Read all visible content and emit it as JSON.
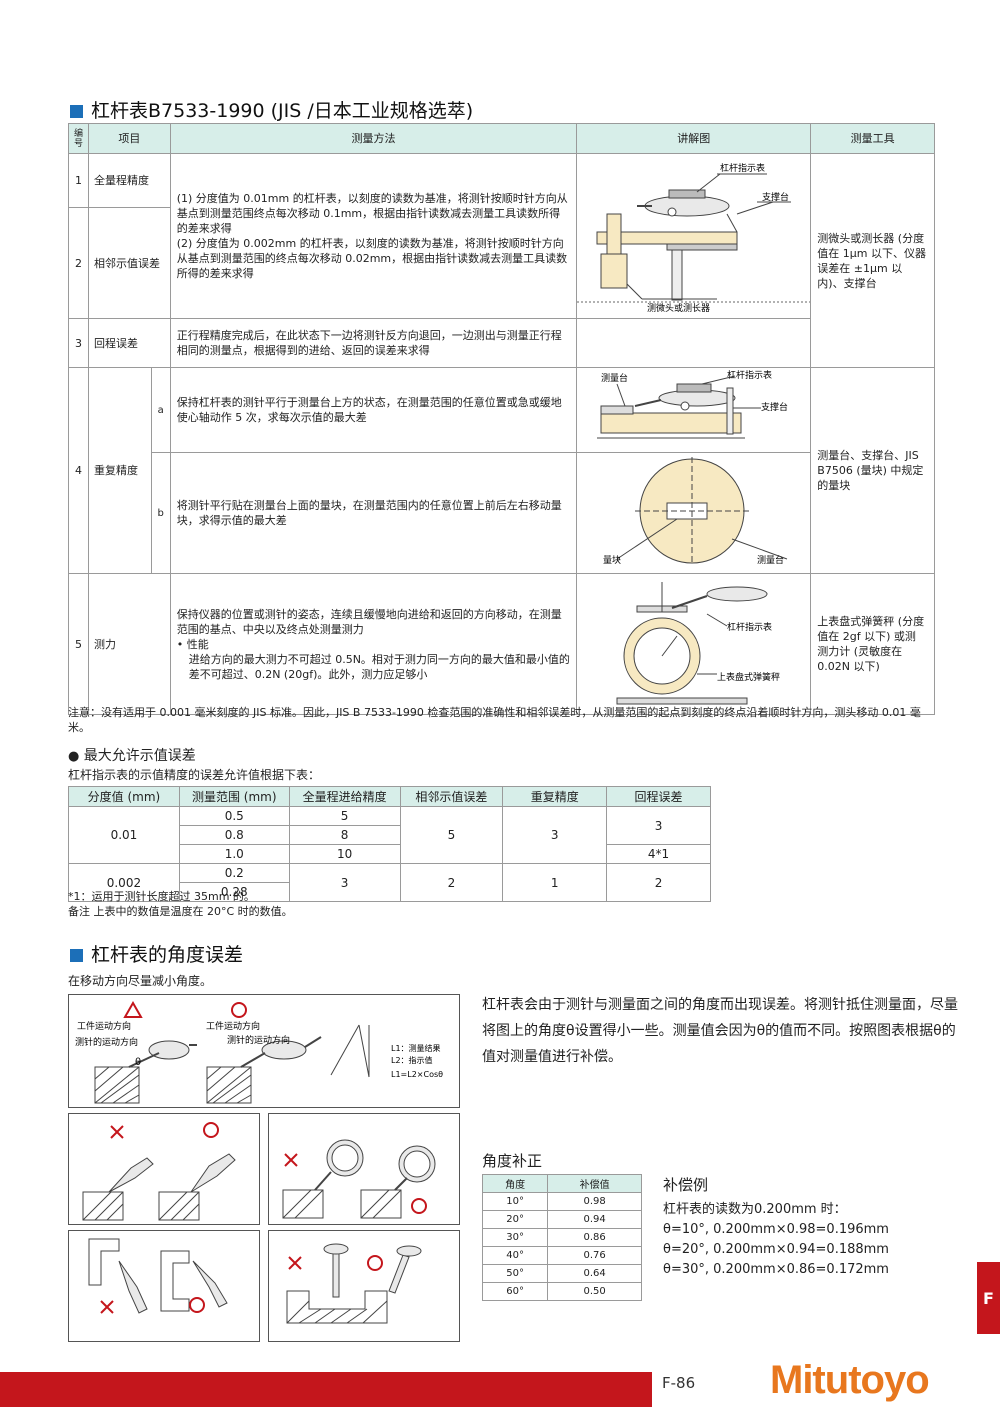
{
  "section1": {
    "title": "杠杆表B7533-1990 (JIS /日本工业规格选萃)",
    "headers": {
      "no": "编号",
      "item": "项目",
      "method": "测量方法",
      "figure": "讲解图",
      "tool": "测量工具"
    },
    "rows": [
      {
        "no": "1",
        "item": "全量程精度"
      },
      {
        "no": "2",
        "item": "相邻示值误差"
      },
      {
        "no": "3",
        "item": "回程误差"
      },
      {
        "no": "4",
        "item": "重复精度"
      },
      {
        "no": "5",
        "item": "测力"
      }
    ],
    "sub_a": "a",
    "sub_b": "b",
    "method_12_1": "(1) 分度值为 0.01mm 的杠杆表，以刻度的读数为基准，将测针按顺时针方向从基点到测量范围终点每次移动 0.1mm，根据由指针读数减去测量工具读数所得的差来求得",
    "method_12_2": "(2) 分度值为 0.002mm 的杠杆表，以刻度的读数为基准，将测针按顺时针方向从基点到测量范围的终点每次移动 0.02mm，根据由指针读数减去测量工具读数所得的差来求得",
    "method_3": "正行程精度完成后，在此状态下一边将测针反方向退回，一边测出与测量正行程相同的测量点，根据得到的进给、返回的误差来求得",
    "method_4a": "保持杠杆表的测针平行于测量台上方的状态，在测量范围的任意位置或急或缓地使心轴动作 5 次，求每次示值的最大差",
    "method_4b": "将测针平行贴在测量台上面的量块，在测量范围内的任意位置上前后左右移动量块，求得示值的最大差",
    "method_5_main": "保持仪器的位置或测针的姿态，连续且缓慢地向进给和返回的方向移动，在测量范围的基点、中央以及终点处测量测力",
    "method_5_bullet": "• 性能",
    "method_5_detail": "进给方向的最大测力不可超过 0.5N。相对于测力同一方向的最大值和最小值的差不可超过、0.2N (20gf)。此外，测力应足够小",
    "fig1_labels": {
      "indicator": "杠杆指示表",
      "stand": "支撑台",
      "micrometer": "测微头或测长器"
    },
    "fig4a_labels": {
      "table": "测量台",
      "indicator": "杠杆指示表",
      "stand": "支撑台"
    },
    "fig4b_labels": {
      "block": "量块",
      "table": "测量台"
    },
    "fig5_labels": {
      "indicator": "杠杆指示表",
      "scale": "上表盘式弹簧秤"
    },
    "tool_123": "测微头或测长器 (分度值在 1μm 以下、仪器误差在 ±1μm 以内)、支撑台",
    "tool_4": "测量台、支撑台、JIS B7506 (量块) 中规定的量块",
    "tool_5": "上表盘式弹簧秤 (分度值在 2gf 以下) 或测 测力计 (灵敏度在 0.02N 以下)",
    "note": "注意：没有适用于 0.001 毫米刻度的 JIS 标准。因此，JIS B 7533-1990 检查范围的准确性和相邻误差时，从测量范围的起点到刻度的终点沿着顺时针方向，测头移动 0.01 毫米。"
  },
  "section2": {
    "title": "最大允许示值误差",
    "intro": "杠杆指示表的示值精度的误差允许值根据下表：",
    "headers": [
      "分度值 (mm)",
      "测量范围 (mm)",
      "全量程进给精度",
      "相邻示值误差",
      "重复精度",
      "回程误差"
    ],
    "g1": {
      "div": "0.01",
      "ranges": [
        "0.5",
        "0.8",
        "1.0"
      ],
      "full": [
        "5",
        "8",
        "10"
      ],
      "adj": "5",
      "rep": "3",
      "ret": [
        "3",
        "4*1"
      ]
    },
    "g2": {
      "div": "0.002",
      "ranges": [
        "0.2",
        "0.28"
      ],
      "full": "3",
      "adj": "2",
      "rep": "1",
      "ret": "2"
    },
    "foot1": "*1：运用于测针长度超过 35mm 的。",
    "foot2": "备注 上表中的数值是温度在 20°C 时的数值。"
  },
  "section3": {
    "title": "杠杆表的角度误差",
    "intro": "在移动方向尽量减小角度。",
    "desc": "杠杆表会由于测针与测量面之间的角度而出现误差。将测针抵住测量面，尽量将图上的角度θ设置得小一些。测量值会因为θ的值而不同。按照图表根据θ的值对测量值进行补偿。",
    "fig_labels": {
      "work_dir": "工件运动方向",
      "stylus_dir": "测针的运动方向",
      "work_dir2": "工件运动方向",
      "stylus_dir2": "测针的运动方向",
      "theta": "θ",
      "L1": "L1：测量结果",
      "L2": "L2：指示值",
      "formula": "L1=L2×Cosθ"
    },
    "comp_title": "角度补正",
    "comp_headers": [
      "角度",
      "补偿值"
    ],
    "comp_rows": [
      [
        "10°",
        "0.98"
      ],
      [
        "20°",
        "0.94"
      ],
      [
        "30°",
        "0.86"
      ],
      [
        "40°",
        "0.76"
      ],
      [
        "50°",
        "0.64"
      ],
      [
        "60°",
        "0.50"
      ]
    ],
    "example_title": "补偿例",
    "example_intro": "杠杆表的读数为0.200mm 时：",
    "examples": [
      "θ=10°, 0.200mm×0.98=0.196mm",
      "θ=20°, 0.200mm×0.94=0.188mm",
      "θ=30°, 0.200mm×0.86=0.172mm"
    ]
  },
  "footer": {
    "page": "F-86",
    "brand": "Mitutoyo",
    "tab": "F"
  },
  "colors": {
    "accent": "#1c6fb8",
    "header_bg": "#d7eee9",
    "red": "#c4161c",
    "fig_fill": "#f7e9c2"
  }
}
